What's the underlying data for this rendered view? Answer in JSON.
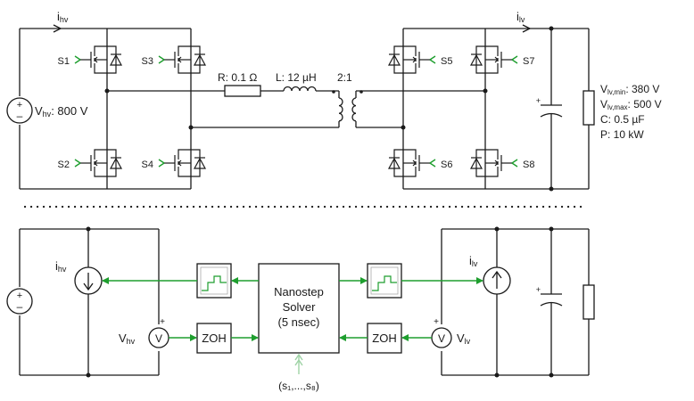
{
  "colors": {
    "wire": "#1a1a1a",
    "signal": "#1e9e2e",
    "input_arrow": "#9fd3a6"
  },
  "top": {
    "i_hv_label": "i",
    "i_hv_sub": "hv",
    "i_lv_label": "i",
    "i_lv_sub": "lv",
    "switches": [
      "S1",
      "S2",
      "S3",
      "S4",
      "S5",
      "S6",
      "S7",
      "S8"
    ],
    "resistor": "R: 0.1 Ω",
    "inductor": "L: 12 µH",
    "transformer_ratio": "2:1",
    "vhv_label": "V",
    "vhv_sub": "hv",
    "vhv_value": ": 800 V",
    "specs": [
      {
        "main": "V",
        "sub": "lv,min",
        "rest": ": 380 V"
      },
      {
        "main": "V",
        "sub": "lv,max",
        "rest": ": 500 V"
      },
      {
        "main": "C: 0.5 µF",
        "sub": "",
        "rest": ""
      },
      {
        "main": "P: 10 kW",
        "sub": "",
        "rest": ""
      }
    ]
  },
  "bottom": {
    "i_hv_label": "i",
    "i_hv_sub": "hv",
    "i_lv_label": "i",
    "i_lv_sub": "lv",
    "v_hv_label": "V",
    "v_hv_sub": "hv",
    "v_lv_label": "V",
    "v_lv_sub": "lv",
    "voltmeter_symbol": "V",
    "zoh_left": "ZOH",
    "zoh_right": "ZOH",
    "solver_lines": [
      "Nanostep",
      "Solver",
      "(5 nsec)"
    ],
    "switch_input": "(s₁,...,s₈)"
  }
}
